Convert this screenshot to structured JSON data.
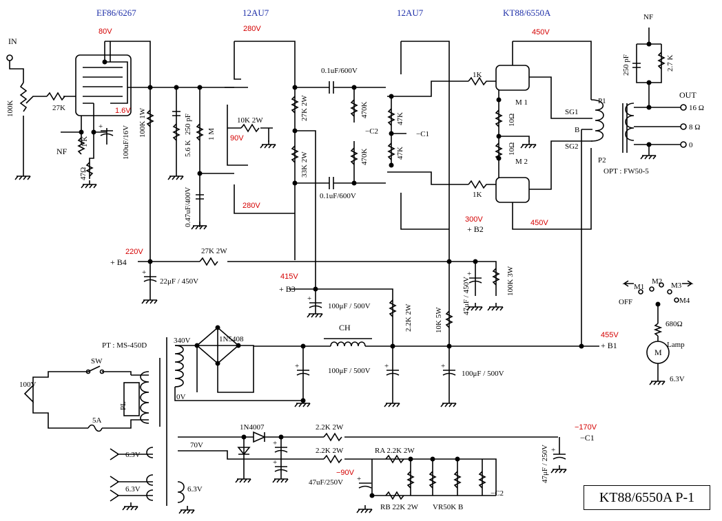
{
  "title": "KT88/6550A P-1",
  "tubes": {
    "v1": "EF86/6267",
    "v2": "12AU7",
    "v3": "12AU7",
    "v4": "KT88/6550A"
  },
  "voltages": {
    "ef86_plate": "80V",
    "ef86_cathode": "1.6V",
    "v2_plate_top": "280V",
    "v2_cathode": "90V",
    "v2_plate_bottom": "280V",
    "out_plate_top": "450V",
    "out_plate_bottom": "450V",
    "b2": "300V",
    "b4": "220V",
    "b3": "415V",
    "b1": "455V",
    "c1": "−170V",
    "c2": "−90V"
  },
  "labels": {
    "in": "IN",
    "r_in_pot": "100K",
    "r_grid": "27K",
    "r_cathode": "1 K",
    "c_cathode": "100uF/16V",
    "nf_left": "NF",
    "r_47": "47Ω",
    "r_plate1": "100K 1W",
    "c_250": "250 pF",
    "r_56k": "5.6 K",
    "r_1m": "1 M",
    "c_047": "0.47uF/400V",
    "r_10k": "10K 2W",
    "r_27k2w": "27K 2W",
    "r_33k2w": "33K 2W",
    "c_top": "0.1uF/600V",
    "c_bot": "0.1uF/600V",
    "r_470k_a": "470K",
    "r_470k_b": "470K",
    "c2_top": "−C2",
    "r_47k_a": "47K",
    "r_47k_b": "47K",
    "c1_mid": "−C1",
    "r_1k_a": "1K",
    "r_1k_b": "1K",
    "m1": "M 1",
    "m2": "M 2",
    "r_10_a": "10Ω",
    "r_10_b": "10Ω",
    "sg1": "SG1",
    "sg2": "SG2",
    "p1": "P1",
    "p2": "P2",
    "b": "B",
    "opt": "OPT : FW50-5",
    "nf_top": "NF",
    "c_nf": "250 pF",
    "r_nf": "2.7 K",
    "out": "OUT",
    "tap16": "16 Ω",
    "tap8": "8 Ω",
    "tap0": "0",
    "b2": "+ B2",
    "b4": "+ B4",
    "b3": "+ B3",
    "b1": "+ B1",
    "c1": "−C1",
    "r_27k_b4": "27K 2W",
    "c_22": "22μF / 450V",
    "c_100_b3": "100μF / 500V",
    "r_22k_2w": "2.2K 2W",
    "c_47_450": "47μF / 450V",
    "r_100k3w": "100K 3W",
    "r_10k5w": "10K 5W",
    "ch": "CH",
    "c_100_a": "100μF / 500V",
    "c_100_b": "100μF / 500V",
    "pt": "PT : MS-450D",
    "v340": "340V",
    "v0": "0V",
    "rect": "1N5408",
    "ac100": "100V",
    "sw": "SW",
    "pl": "PL",
    "fuse": "5A",
    "v70": "70V",
    "diode2": "1N4007",
    "r_c1": "2.2K 2W",
    "r_c2": "2.2K 2W",
    "ra": "RA 2.2K 2W",
    "c_47_250": "47uF/250V",
    "c_47_250v": "47μF / 250V",
    "rb": "RB 22K 2W",
    "vr": "VR50K B",
    "c2_bot": "−C2",
    "h63_a": "6.3V",
    "h63_b": "6.3V",
    "h63_c": "6.3V",
    "off": "OFF",
    "sm1": "M1",
    "sm2": "M2",
    "sm3": "M3",
    "sm4": "M4",
    "r_680": "680Ω",
    "lamp": "Lamp",
    "meter": "M",
    "lamp_v": "6.3V"
  }
}
